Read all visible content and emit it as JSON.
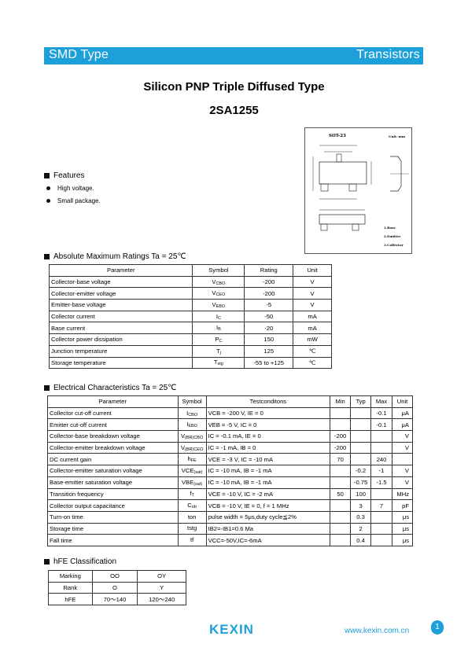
{
  "header": {
    "left": "SMD Type",
    "right": "Transistors"
  },
  "title": "Silicon PNP Triple Diffused Type",
  "part": "2SA1255",
  "package": {
    "name": "SOT-23",
    "unit": "Unit: mm",
    "pins": [
      "1.Base",
      "2.Emitter",
      "3.Collector"
    ]
  },
  "features": {
    "heading": "Features",
    "items": [
      "High voltage.",
      "Small package."
    ]
  },
  "abs": {
    "heading": "Absolute Maximum Ratings Ta = 25℃",
    "headers": [
      "Parameter",
      "Symbol",
      "Rating",
      "Unit"
    ],
    "rows": [
      {
        "param": "Collector-base voltage",
        "sym": "V",
        "sub": "CBO",
        "rating": "-200",
        "unit": "V"
      },
      {
        "param": "Collector-emitter voltage",
        "sym": "V",
        "sub": "CEO",
        "rating": "-200",
        "unit": "V"
      },
      {
        "param": "Emitter-base voltage",
        "sym": "V",
        "sub": "EBO",
        "rating": "-5",
        "unit": "V"
      },
      {
        "param": "Collector current",
        "sym": "I",
        "sub": "C",
        "rating": "-50",
        "unit": "mA"
      },
      {
        "param": "Base current",
        "sym": "I",
        "sub": "B",
        "rating": "-20",
        "unit": "mA"
      },
      {
        "param": "Collector power dissipation",
        "sym": "P",
        "sub": "C",
        "rating": "150",
        "unit": "mW"
      },
      {
        "param": "Junction temperature",
        "sym": "T",
        "sub": "j",
        "rating": "125",
        "unit": "℃"
      },
      {
        "param": "Storage temperature",
        "sym": "T",
        "sub": "stg",
        "rating": "-55 to +125",
        "unit": "℃"
      }
    ]
  },
  "elec": {
    "heading": "Electrical Characteristics Ta = 25℃",
    "headers": [
      "Parameter",
      "Symbol",
      "Testconditons",
      "Min",
      "Typ",
      "Max",
      "Unit"
    ],
    "rows": [
      {
        "param": "Collector cut-off current",
        "sym": "I",
        "sub": "CBO",
        "cond": "VCB = -200 V, IE = 0",
        "min": "",
        "typ": "",
        "max": "-0.1",
        "unit": "μA"
      },
      {
        "param": "Emitter cut-off current",
        "sym": "I",
        "sub": "EBO",
        "cond": "VEB = -5 V, IC = 0",
        "min": "",
        "typ": "",
        "max": "-0.1",
        "unit": "μA"
      },
      {
        "param": "Collector-base breakdown voltage",
        "sym": "V",
        "sub": "(BR)CBO",
        "cond": "IC = -0.1 mA, IE = 0",
        "min": "-200",
        "typ": "",
        "max": "",
        "unit": "V"
      },
      {
        "param": "Collector-emitter breakdown voltage",
        "sym": "V",
        "sub": "(BR)CEO",
        "cond": "IC = -1 mA, IB = 0",
        "min": "-200",
        "typ": "",
        "max": "",
        "unit": "V"
      },
      {
        "param": "DC current gain",
        "sym": "h",
        "sub": "FE",
        "cond": "VCE = -3 V, IC = -10 mA",
        "min": "70",
        "typ": "",
        "max": "240",
        "unit": ""
      },
      {
        "param": "Collector-emitter saturation voltage",
        "sym": "VCE",
        "sub": "(sat)",
        "cond": "IC = -10 mA, IB = -1 mA",
        "min": "",
        "typ": "-0.2",
        "max": "-1",
        "unit": "V"
      },
      {
        "param": "Base-emitter saturation voltage",
        "sym": "VBE",
        "sub": "(sat)",
        "cond": "IC = -10 mA, IB = -1 mA",
        "min": "",
        "typ": "-0.75",
        "max": "-1.5",
        "unit": "V"
      },
      {
        "param": "Transition frequency",
        "sym": "f",
        "sub": "T",
        "cond": "VCE = -10 V, IC = -2 mA",
        "min": "50",
        "typ": "100",
        "max": "",
        "unit": "MHz"
      },
      {
        "param": "Collector output capacitance",
        "sym": "C",
        "sub": "ob",
        "cond": "VCB = -10 V, IE = 0, f = 1 MHz",
        "min": "",
        "typ": "3",
        "max": "7",
        "unit": "pF"
      },
      {
        "param": "Turn-on time",
        "sym": "ton",
        "sub": "",
        "cond": "pulse width = 5μs,duty cycle≦2%",
        "min": "",
        "typ": "0.3",
        "max": "",
        "unit": "μs"
      },
      {
        "param": "Storage time",
        "sym": "tstg",
        "sub": "",
        "cond": "IB2=-IB1=0.6 Ma",
        "min": "",
        "typ": "2",
        "max": "",
        "unit": "μs"
      },
      {
        "param": "Fall time",
        "sym": "tf",
        "sub": "",
        "cond": "VCC=-50V,IC=-6mA",
        "min": "",
        "typ": "0.4",
        "max": "",
        "unit": "μs"
      }
    ]
  },
  "hfe": {
    "heading": "hFE Classification",
    "rows": [
      [
        "Marking",
        "OO",
        "OY"
      ],
      [
        "Rank",
        "O",
        "Y"
      ],
      [
        "hFE",
        "70〜140",
        "120〜240"
      ]
    ]
  },
  "footer": {
    "logo": "KEXIN",
    "url": "www.kexin.com.cn",
    "page": "1"
  },
  "colors": {
    "brand": "#1d9fd9"
  }
}
